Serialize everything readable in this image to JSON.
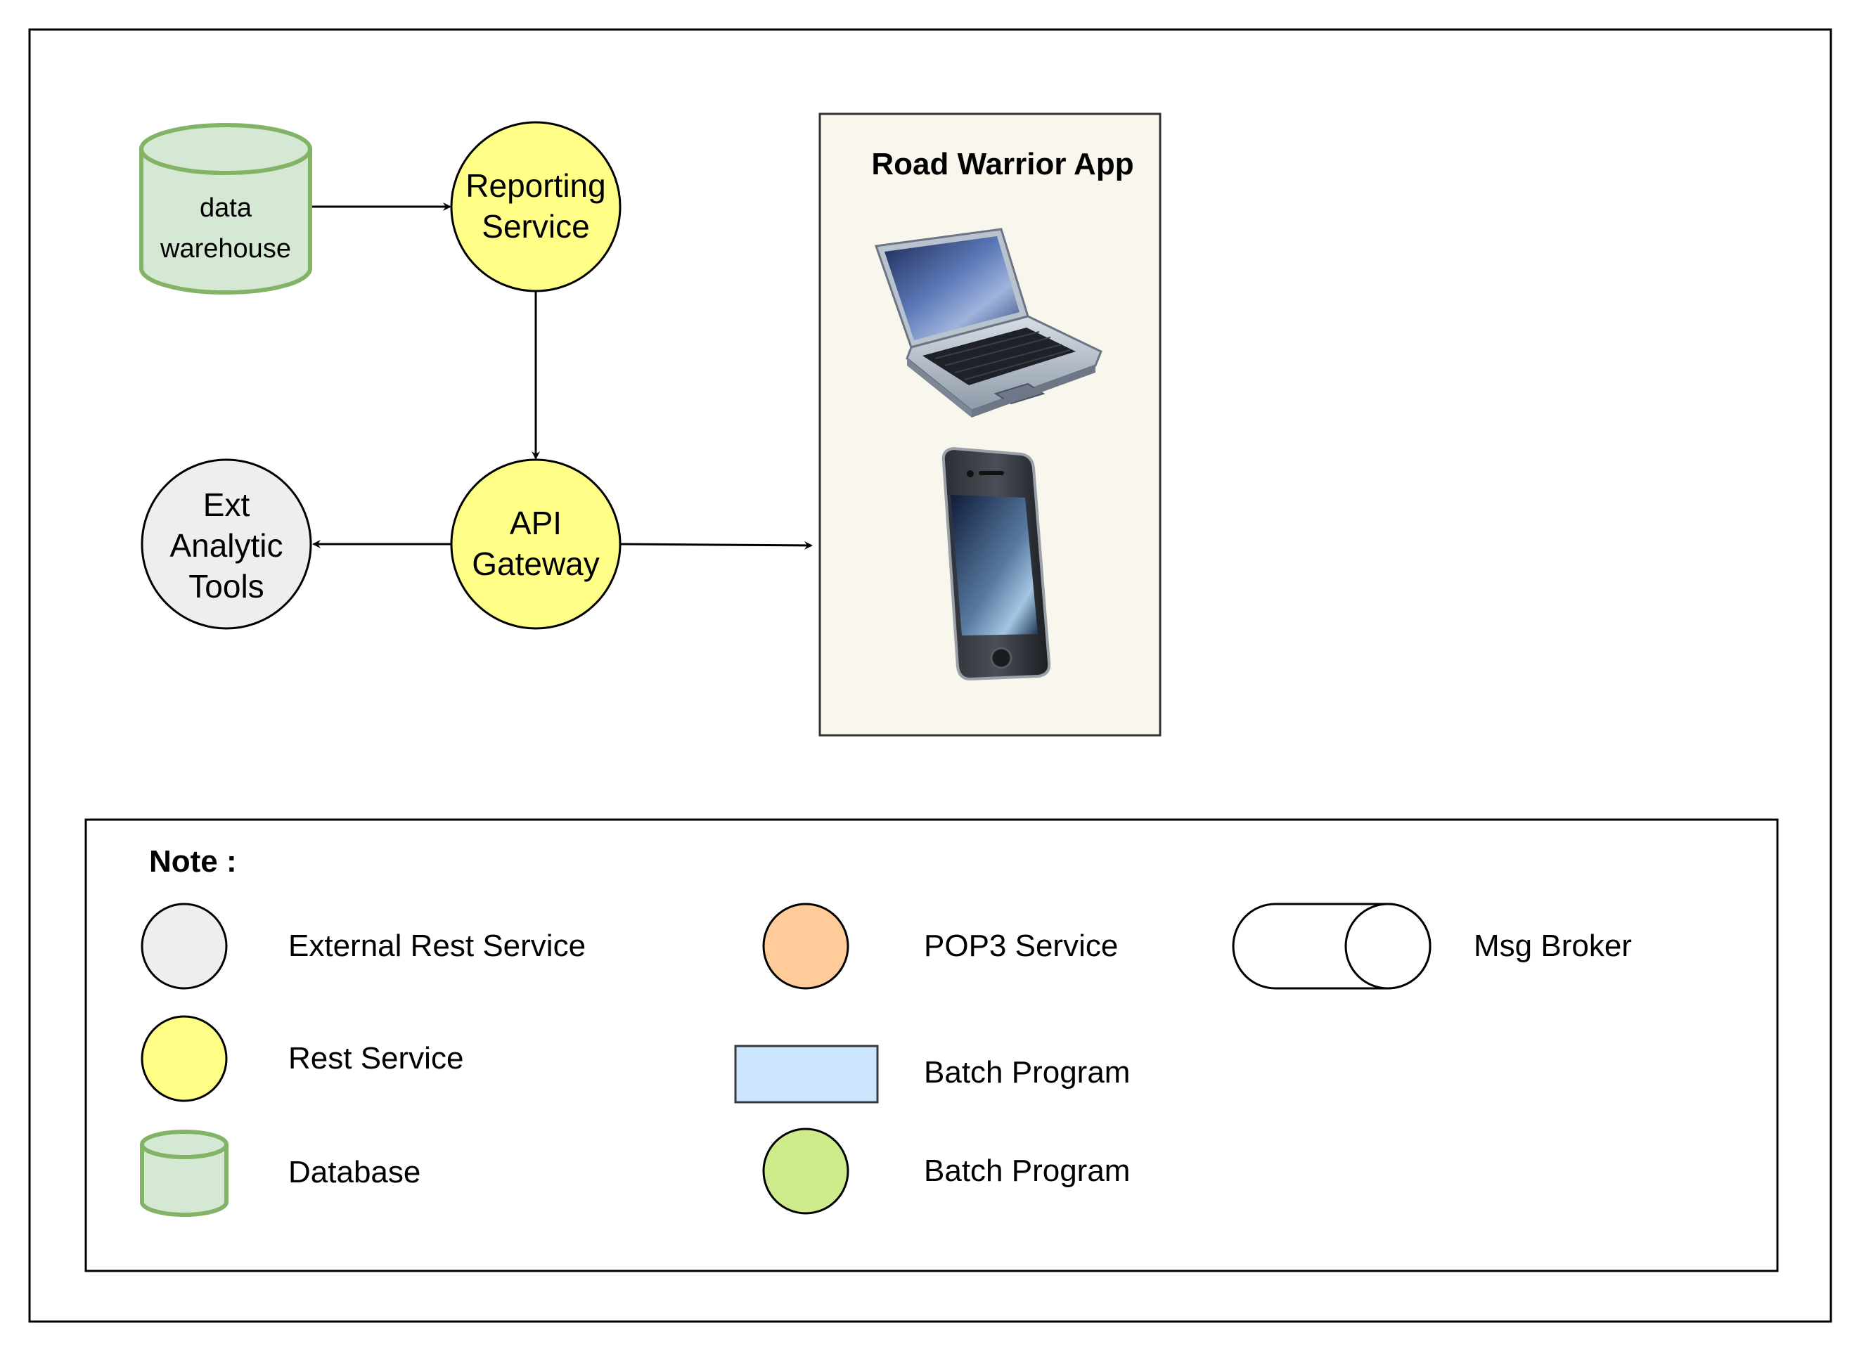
{
  "diagram": {
    "nodes": {
      "data_warehouse": {
        "line1": "data",
        "line2": "warehouse"
      },
      "reporting_service": {
        "line1": "Reporting",
        "line2": "Service"
      },
      "api_gateway": {
        "line1": "API",
        "line2": "Gateway"
      },
      "ext_analytic_tools": {
        "line1": "Ext",
        "line2": "Analytic",
        "line3": "Tools"
      }
    },
    "road_warrior": {
      "title": "Road Warrior App",
      "devices": [
        "laptop-icon",
        "smartphone-icon"
      ]
    },
    "edges": [
      {
        "from": "data_warehouse",
        "to": "reporting_service"
      },
      {
        "from": "reporting_service",
        "to": "api_gateway"
      },
      {
        "from": "api_gateway",
        "to": "ext_analytic_tools"
      },
      {
        "from": "api_gateway",
        "to": "road_warrior"
      }
    ]
  },
  "legend": {
    "title": "Note :",
    "items": {
      "external_rest": "External Rest Service",
      "rest": "Rest Service",
      "database": "Database",
      "pop3": "POP3 Service",
      "batch_rect": "Batch Program",
      "batch_circle": "Batch Program",
      "msg_broker": "Msg Broker"
    }
  },
  "colors": {
    "rest_service": "#ffff88",
    "external_rest_service": "#eeeeee",
    "database_fill": "#d5e8d4",
    "database_stroke": "#82b366",
    "pop3_service": "#ffcc99",
    "batch_rect": "#cce5ff",
    "batch_circle": "#cdeb8b",
    "app_panel": "#f9f7ed"
  }
}
